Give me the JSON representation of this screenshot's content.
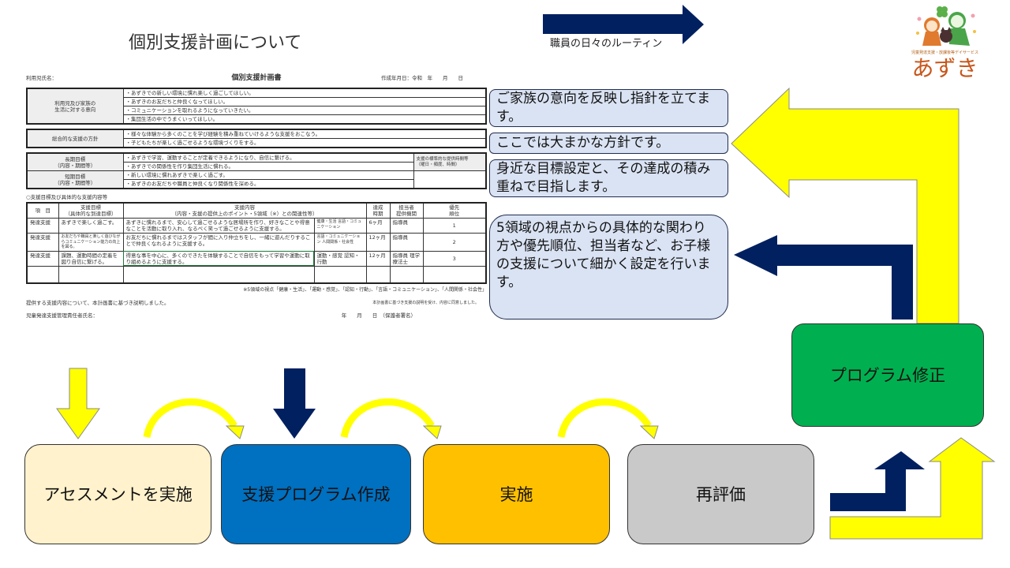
{
  "title": "個別支援計画について",
  "routine_label": "職員の日々のルーティン",
  "logo": {
    "subtitle": "児童発達支援・放課後等デイサービス",
    "name": "あずき"
  },
  "form": {
    "child_name_label": "利用児氏名：",
    "doc_title": "個別支援計画書",
    "date_label": "作成年月日：令和　年　　月　　日",
    "intent_label": [
      "利用児及び家族の",
      "生活に対する意向"
    ],
    "intent_items": [
      "・あずきでの新しい環境に慣れ楽しく過ごしてほしい。",
      "・あずきのお友だちと仲良くなってほしい。",
      "・コミュニケーションを取れるようになっていきたい。",
      "・集団生活の中でうまくいってほしい。"
    ],
    "policy_label": "総合的な支援の方針",
    "policy_items": [
      "・様々な体験から多くのことを学び経験を積み重ねていけるような支援をおこなう。",
      "・子どもたちが楽しく過ごせるような環境づくりをする。"
    ],
    "long_label": [
      "長期目標",
      "（内容・期間等）"
    ],
    "long_items": [
      "・あずきで学習、運動することが定着できるようになり、自信に繋げる。",
      "・あずきでの関係性を作り集団生活に慣れる。"
    ],
    "short_label": [
      "短期目標",
      "（内容・期間等）"
    ],
    "short_items": [
      "・新しい環境に慣れあずきで楽しく過ごす。",
      "・あずきのお友だちや職員と仲良くなり関係性を深める。"
    ],
    "time_label": [
      "支援の標準的な提供時間等",
      "（曜日・頻度、時間）"
    ],
    "section_label": "○支援目標及び具体的な支援内容等",
    "headers": [
      "項　目",
      "支援目標",
      "（具体的な到達目標）",
      "支援内容",
      "（内容・支援の提供上のポイント・5領域（※）との関連性等）",
      "達成",
      "時期",
      "担当者",
      "提供機関",
      "優先",
      "順位"
    ],
    "rows": [
      {
        "item": "発達支援",
        "goal": "あずきで楽しく過ごす。",
        "content": "あずきに慣れるまで、安心して過ごせるような居場所を作り、好きなことや得意なことを活動に取り入れ、なるべく笑って過ごせるように支援する。",
        "domain": "健康・生活 言語・コミュニケーション",
        "period": "6ヶ月",
        "staff": "指導員",
        "priority": "1"
      },
      {
        "item": "発達支援",
        "goal": "お友だちや職員と楽しく遊びながらコミュニケーション能力の向上を図る。",
        "content": "お友だちに慣れるまではスタッフが間に入り仲立ちをし、一緒に遊んだりすることで仲良くなれるように支援する。",
        "domain": "言語・コミュニケーション 人間関係・社会性",
        "period": "12ヶ月",
        "staff": "指導員",
        "priority": "2"
      },
      {
        "item": "発達支援",
        "goal": "課題、運動時間の定着を図り自信に繋げる。",
        "content": "得意な事を中心に、多くのできたを体験することで自信をもって学習や運動に取り組めるように支援する。",
        "domain": "運動・感覚 認知・行動",
        "period": "12ヶ月",
        "staff": "指導員 理学療法士",
        "priority": "3"
      }
    ],
    "footnote": "※5領域の視点「健康・生活」、「運動・感覚」、「認知・行動」、「言語・コミュニケーション」、「人間関係・社会性」",
    "explained": "提供する支援内容について、本計画書に基づき説明しました。",
    "consent": "本計画書に基づき支援の説明を受け、内容に同意しました。",
    "manager_label": "児童発達支援管理責任者氏名：",
    "guardian_label": "年　　月　　日　（保護者署名）"
  },
  "callouts": [
    "ご家族の意向を反映し指針を立てます。",
    "ここでは大まかな方針です。",
    "身近な目標設定と、その達成の積み重ねで目指します。",
    "5領域の視点からの具体的な関わり方や優先順位、担当者など、お子様の支援について細かく設定を行います。"
  ],
  "steps": [
    "アセスメントを実施",
    "支援プログラム作成",
    "実施",
    "再評価"
  ],
  "revise": "プログラム修正",
  "colors": {
    "navy": "#002060",
    "yellow": "#ffff00",
    "green": "#00b050",
    "blue": "#0070c0",
    "orange": "#ffc000",
    "cream": "#fff2cc",
    "gray": "#c9c9c9",
    "callout": "#dae3f3"
  }
}
